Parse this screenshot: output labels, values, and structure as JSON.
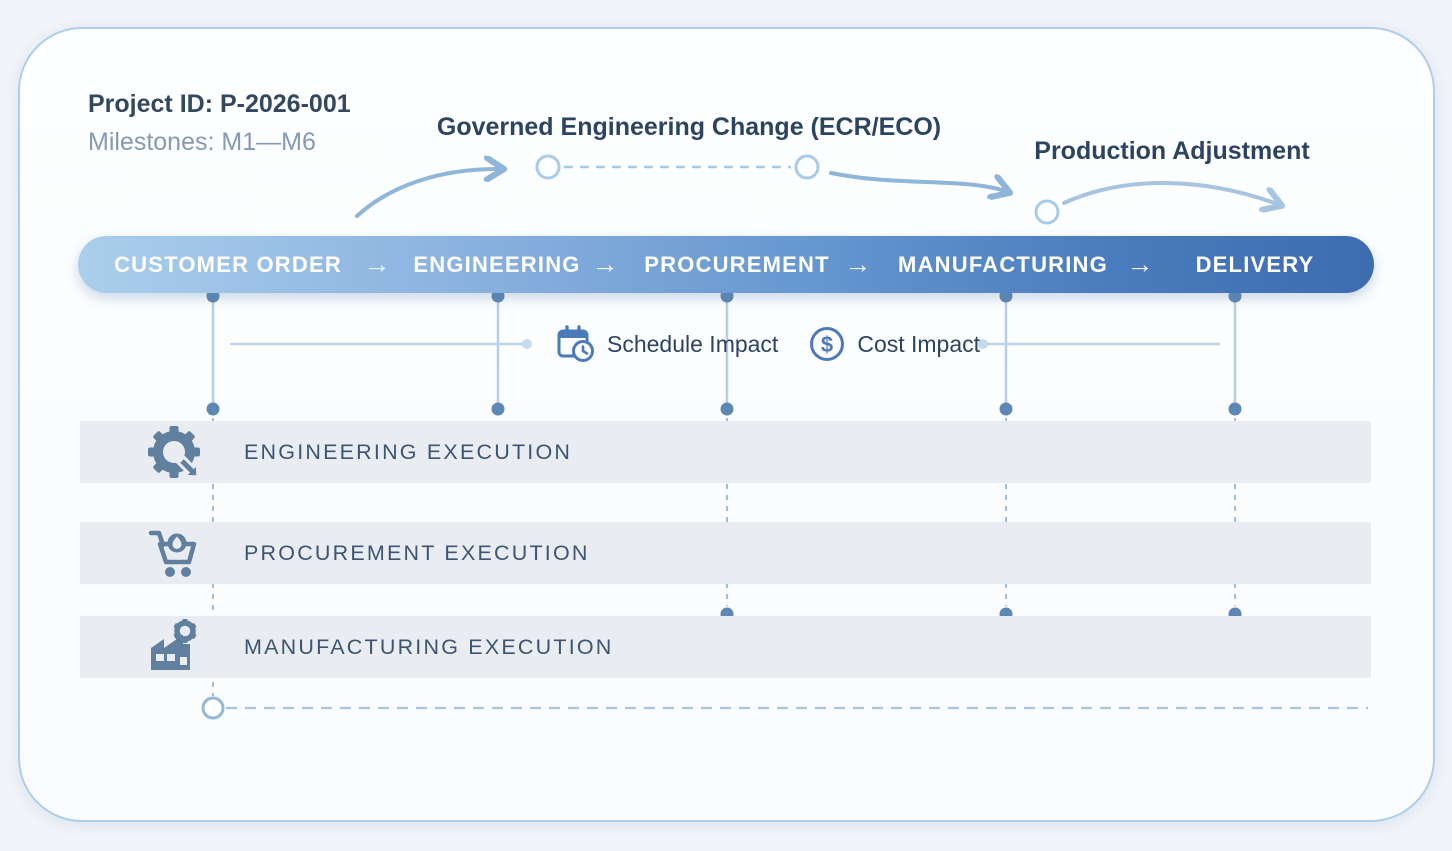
{
  "project": {
    "id_line": "Project ID: P-2026-001",
    "milestones_line": "Milestones: M1—M6"
  },
  "flow_annotations": {
    "ecr_title": "Governed Engineering Change (ECR/ECO)",
    "production_title": "Production Adjustment"
  },
  "impact_legend": {
    "schedule_label": "Schedule Impact",
    "cost_label": "Cost Impact",
    "dollar_symbol": "$"
  },
  "process_bar": {
    "separator": "→",
    "phases": [
      {
        "label": "CUSTOMER ORDER"
      },
      {
        "label": "ENGINEERING"
      },
      {
        "label": "PROCUREMENT"
      },
      {
        "label": "MANUFACTURING"
      },
      {
        "label": "DELIVERY"
      }
    ]
  },
  "lanes": [
    {
      "label": "ENGINEERING EXECUTION",
      "icon": "gear-arrow-icon"
    },
    {
      "label": "PROCUREMENT EXECUTION",
      "icon": "cart-icon"
    },
    {
      "label": "MANUFACTURING EXECUTION",
      "icon": "factory-icon"
    }
  ],
  "colors": {
    "bar_gradient_start": "#abceec",
    "bar_gradient_end": "#3d6cb0",
    "accent_blue": "#4c7ab8",
    "connector_dot": "#5e88b4",
    "line_light_blue": "#a9cbe7",
    "lane_bg": "#e9edf2",
    "heading_text": "#2d4460",
    "muted_text": "#8599b3",
    "lane_text": "#3d5571",
    "icon_slate": "#61809f",
    "card_border": "#aecde8"
  }
}
